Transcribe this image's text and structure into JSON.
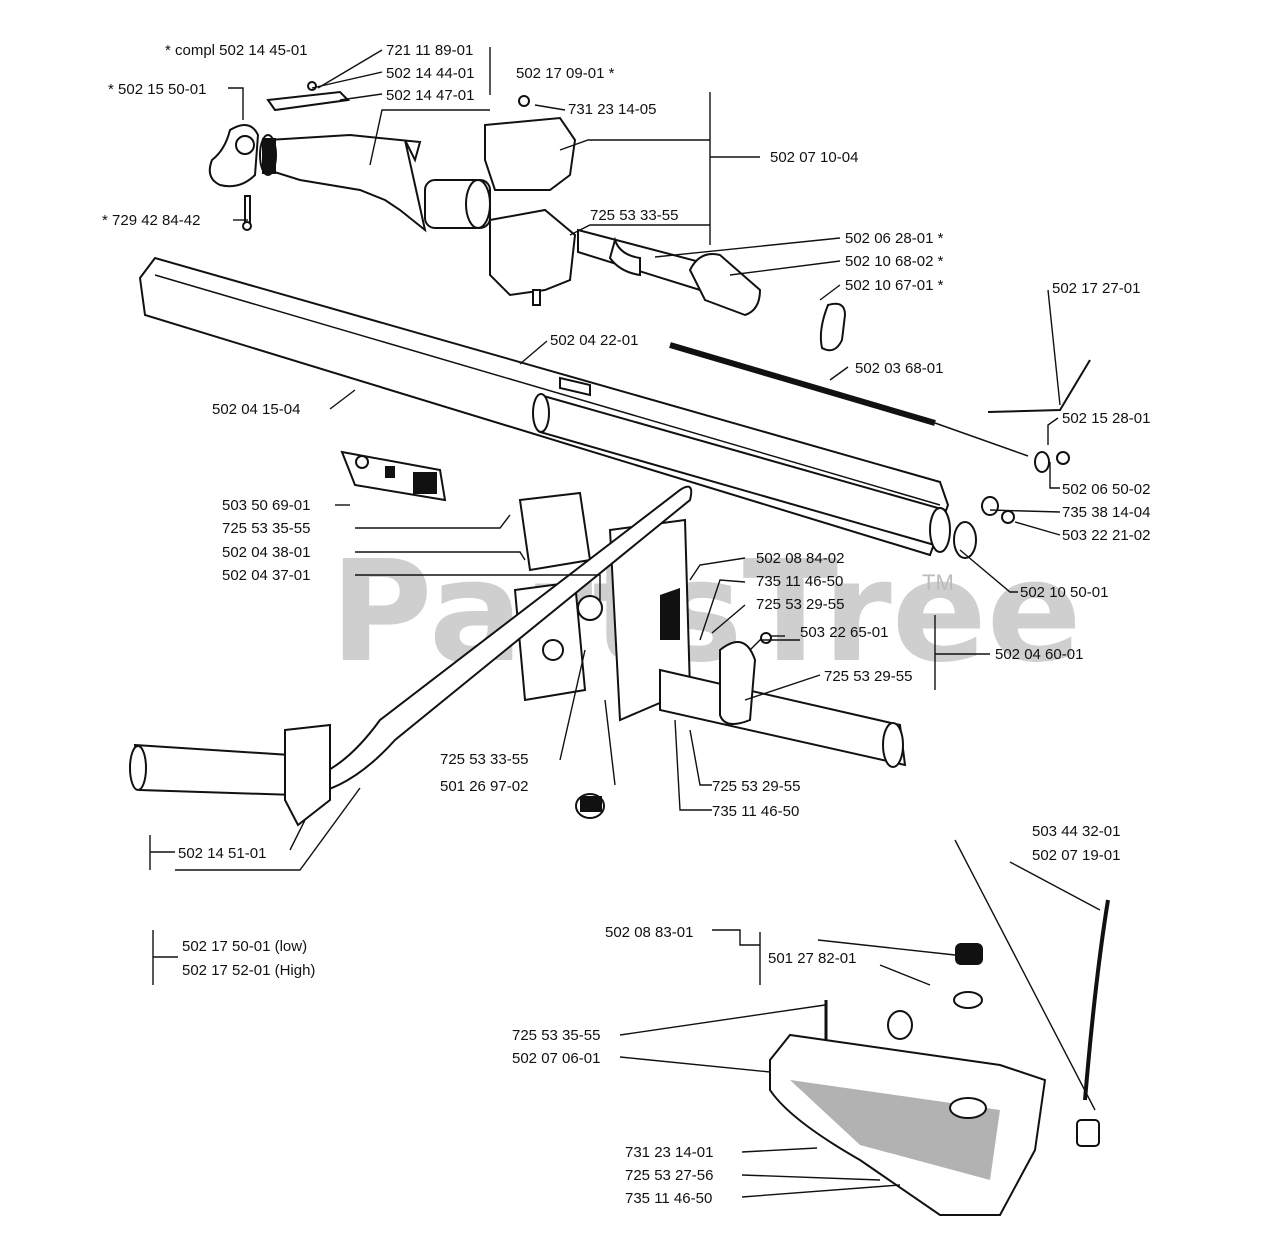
{
  "watermark": {
    "text": "PartsTree",
    "tm": "TM"
  },
  "labels": {
    "compl_502_14_45_01": "*  compl 502 14 45-01",
    "p721_11_89_01": "721 11 89-01",
    "p502_14_44_01": "502 14 44-01",
    "p502_14_47_01": "502 14 47-01",
    "p502_17_09_01": "502 17 09-01  *",
    "p502_15_50_01": "*  502 15 50-01",
    "p731_23_14_05": "731 23 14-05",
    "p502_07_10_04": "502 07 10-04",
    "p729_42_84_42": "*  729 42 84-42",
    "p725_53_33_55_top": "725 53 33-55",
    "p502_06_28_01": "502 06 28-01  *",
    "p502_10_68_02": "502 10 68-02  *",
    "p502_10_67_01": "502 10 67-01  *",
    "p502_17_27_01": "502 17 27-01",
    "p502_04_22_01": "502 04 22-01",
    "p502_03_68_01": "502 03 68-01",
    "p502_04_15_04": "502 04 15-04",
    "p502_15_28_01": "502 15 28-01",
    "p503_50_69_01": "503 50 69-01",
    "p502_06_50_02": "502 06 50-02",
    "p725_53_35_55_a": "725 53 35-55",
    "p735_38_14_04": "735 38 14-04",
    "p502_04_38_01": "502 04 38-01",
    "p503_22_21_02": "503 22 21-02",
    "p502_04_37_01": "502 04 37-01",
    "p502_08_84_02": "502 08 84-02",
    "p502_10_50_01": "502 10 50-01",
    "p735_11_46_50_a": "735 11 46-50",
    "p725_53_29_55_a": "725 53 29-55",
    "p503_22_65_01": "503 22 65-01",
    "p502_04_60_01": "502 04 60-01",
    "p725_53_29_55_b": "725 53 29-55",
    "p725_53_33_55_mid": "725 53 33-55",
    "p501_26_97_02": "501 26 97-02",
    "p725_53_29_55_c": "725 53 29-55",
    "p735_11_46_50_b": "735 11 46-50",
    "p502_14_51_01": "502 14 51-01",
    "p503_44_32_01": "503 44 32-01",
    "p502_07_19_01": "502 07 19-01",
    "p502_17_50_01": "502 17 50-01 (low)",
    "p502_17_52_01": "502 17 52-01 (High)",
    "p502_08_83_01": "502 08 83-01",
    "p501_27_82_01": "501 27 82-01",
    "p725_53_35_55_b": "725 53 35-55",
    "p502_07_06_01": "502 07 06-01",
    "p731_23_14_01": "731 23 14-01",
    "p725_53_27_56": "725 53 27-56",
    "p735_11_46_50_c": "735 11 46-50"
  }
}
